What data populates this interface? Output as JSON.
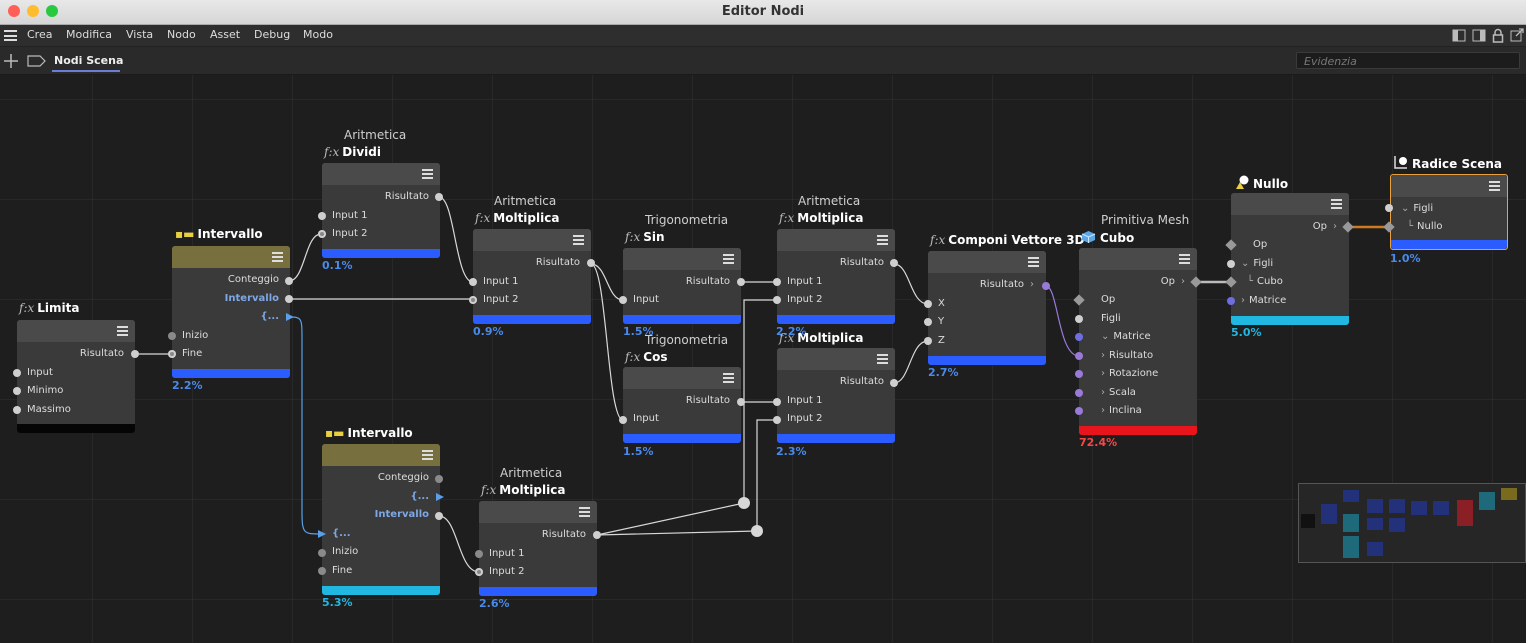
{
  "window": {
    "title": "Editor Nodi"
  },
  "menu": {
    "items": [
      "Crea",
      "Modifica",
      "Vista",
      "Nodo",
      "Asset",
      "Debug",
      "Modo"
    ]
  },
  "tabs": {
    "active": "Nodi Scena",
    "search_placeholder": "Evidenzia"
  },
  "colors": {
    "blue_bar": "#2a5cff",
    "cyan_bar": "#20b8e0",
    "red_bar": "#e8161c",
    "black_bar": "#050505",
    "olive_header": "#77703e",
    "orange_wire": "#d07a20",
    "percent_blue": "#4a8ae8",
    "percent_red": "#ff4444"
  },
  "nodes": {
    "limita": {
      "title": "Limita",
      "icon": "fx-icon",
      "out": "Risultato",
      "inputs": [
        "Input",
        "Minimo",
        "Massimo"
      ]
    },
    "intervallo1": {
      "title": "Intervallo",
      "icon": "range-icon",
      "out1": "Conteggio",
      "out2": "Intervallo",
      "out3": "{...",
      "in1": "Inizio",
      "in2": "Fine",
      "percent": "2.2%"
    },
    "intervallo2": {
      "title": "Intervallo",
      "icon": "range-icon",
      "out1": "Conteggio",
      "out2": "{...",
      "out3": "Intervallo",
      "in1": "{...",
      "in2": "Inizio",
      "in3": "Fine",
      "percent": "5.3%"
    },
    "dividi": {
      "category": "Aritmetica",
      "title": "Dividi",
      "icon": "fx-icon",
      "out": "Risultato",
      "in1": "Input 1",
      "in2": "Input 2",
      "percent": "0.1%"
    },
    "moltiplica1": {
      "category": "Aritmetica",
      "title": "Moltiplica",
      "icon": "fx-icon",
      "out": "Risultato",
      "in1": "Input 1",
      "in2": "Input 2",
      "percent": "0.9%"
    },
    "moltiplica_low": {
      "category": "Aritmetica",
      "title": "Moltiplica",
      "icon": "fx-icon",
      "out": "Risultato",
      "in1": "Input 1",
      "in2": "Input 2",
      "percent": "2.6%"
    },
    "sin": {
      "category": "Trigonometria",
      "title": "Sin",
      "icon": "fx-icon",
      "out": "Risultato",
      "in1": "Input",
      "percent": "1.5%"
    },
    "cos": {
      "category": "Trigonometria",
      "title": "Cos",
      "icon": "fx-icon",
      "out": "Risultato",
      "in1": "Input",
      "percent": "1.5%"
    },
    "moltiplica2": {
      "category": "Aritmetica",
      "title": "Moltiplica",
      "icon": "fx-icon",
      "out": "Risultato",
      "in1": "Input 1",
      "in2": "Input 2",
      "percent": "2.2%"
    },
    "moltiplica3": {
      "title": "Moltiplica",
      "icon": "fx-icon",
      "out": "Risultato",
      "in1": "Input 1",
      "in2": "Input 2",
      "percent": "2.3%"
    },
    "vettore": {
      "title": "Componi Vettore 3D",
      "icon": "fx-icon",
      "out": "Risultato",
      "in1": "X",
      "in2": "Y",
      "in3": "Z",
      "percent": "2.7%"
    },
    "cubo": {
      "category": "Primitiva Mesh",
      "title": "Cubo",
      "icon": "cube-icon",
      "out": "Op",
      "rows": [
        "Op",
        "Figli",
        "Matrice",
        "Risultato",
        "Rotazione",
        "Scala",
        "Inclina"
      ],
      "percent": "72.4%"
    },
    "nullo": {
      "title": "Nullo",
      "icon": "null-icon",
      "out": "Op",
      "rows": [
        "Op",
        "Figli",
        "Cubo",
        "Matrice"
      ],
      "percent": "5.0%"
    },
    "radice": {
      "title": "Radice Scena",
      "icon": "scene-root-icon",
      "rows": [
        "Figli",
        "Nullo"
      ],
      "percent": "1.0%"
    }
  }
}
